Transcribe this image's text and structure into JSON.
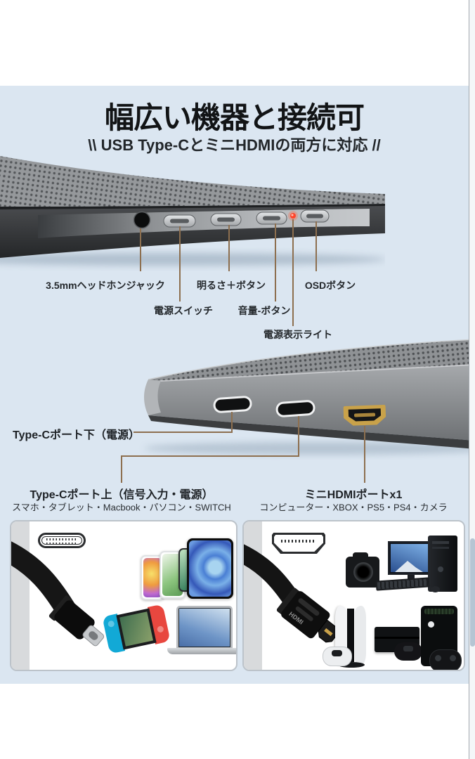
{
  "header": {
    "title": "幅広い機器と接続可",
    "subtitle": "\\\\ USB Type-CとミニHDMIの両方に対応 //"
  },
  "controls": {
    "jack_label": "3.5mmヘッドホンジャック",
    "power_label": "電源スイッチ",
    "brightness_label": "明るさ＋ボタン",
    "volume_label": "音量-ボタン",
    "led_label": "電源表示ライト",
    "osd_label": "OSDボタン"
  },
  "ports": {
    "typec_bottom_label": "Type-Cポート下（電源）",
    "typec_top_label": "Type-Cポート上（信号入力・電源）",
    "typec_top_sub": "スマホ・タブレット・Macbook・パソコン・SWITCH",
    "hdmi_label": "ミニHDMIポートx1",
    "hdmi_sub": "コンピューター・XBOX・PS5・PS4・カメラ"
  },
  "colors": {
    "canvas_bg": "#dbe6f1",
    "callout_line": "#8d6f4f",
    "led_red": "#ff452b",
    "hdmi_gold": "#c9a24a",
    "panel_border": "#bcc3ca",
    "scroll_thumb": "#b6c5d3"
  }
}
